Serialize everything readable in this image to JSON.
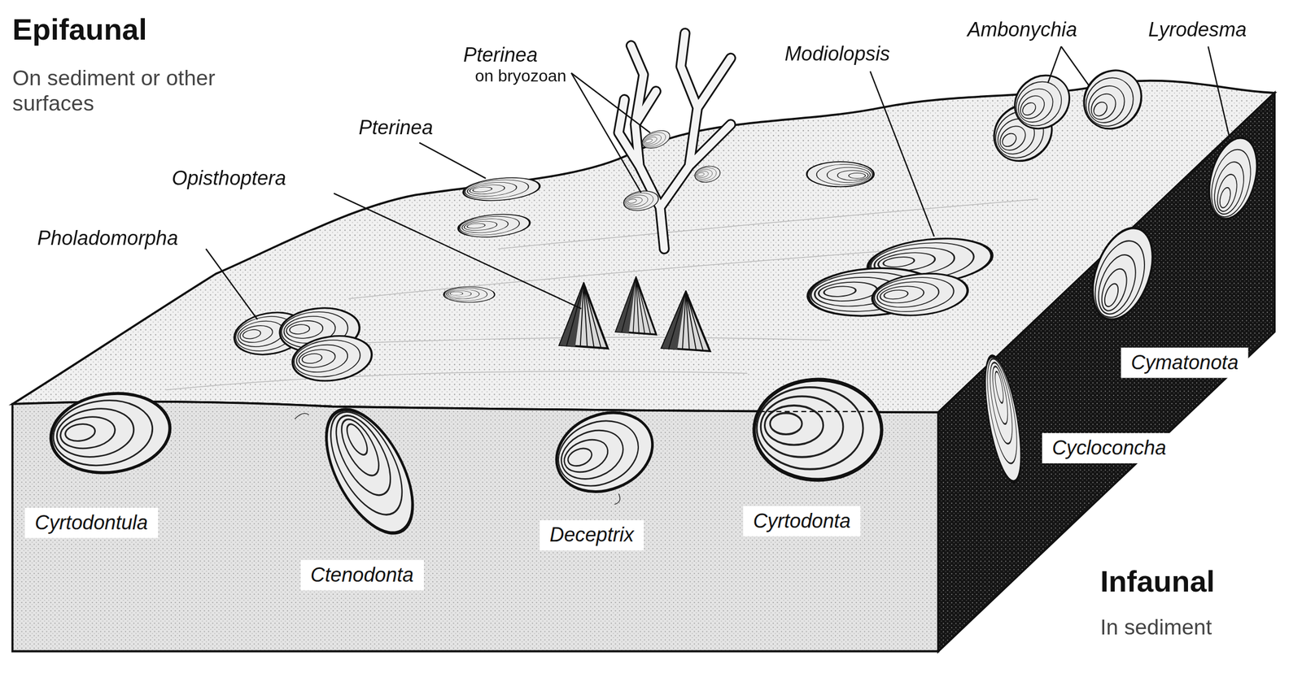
{
  "diagram": {
    "labels": [
      "Epifaunal",
      "On sediment or other surfaces",
      "Pterinea",
      "on bryozoan",
      "Pterinea",
      "Opisthoptera",
      "Pholadomorpha",
      "Modiolopsis",
      "Ambonychia",
      "Lyrodesma",
      "Cymatonota",
      "Cycloconcha",
      "Cyrtodontula",
      "Ctenodonta",
      "Deceptrix",
      "Cyrtodonta",
      "Infaunal",
      "In sediment"
    ]
  }
}
